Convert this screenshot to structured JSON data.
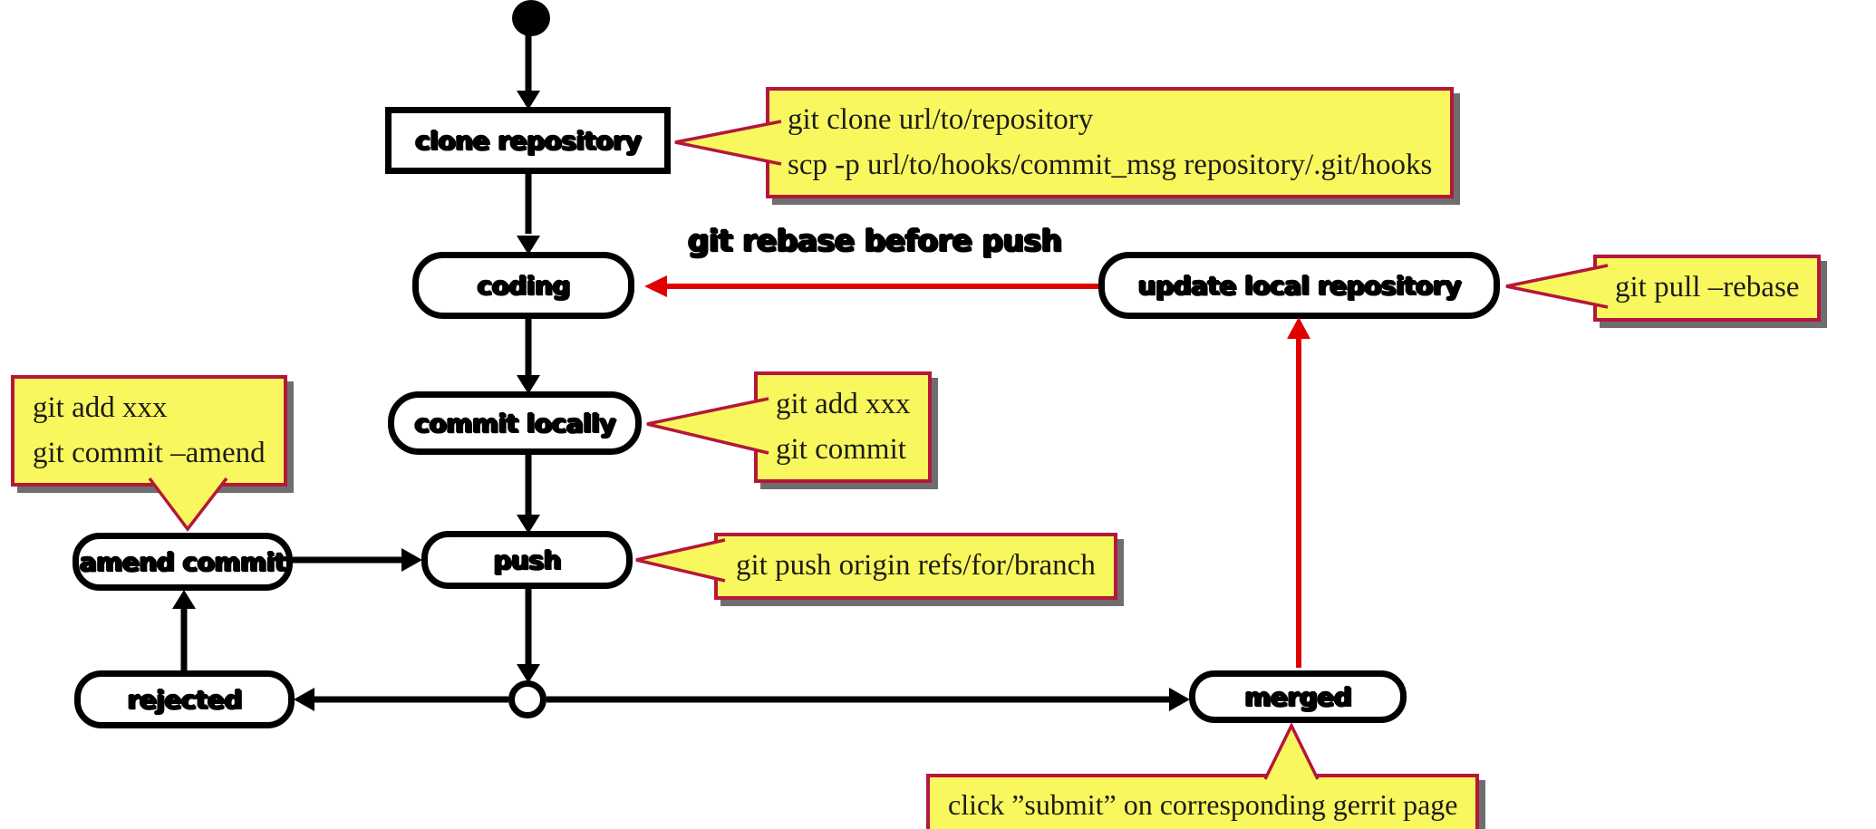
{
  "nodes": {
    "clone_repository": {
      "label": "clone repository"
    },
    "coding": {
      "label": "coding"
    },
    "update_local_repository": {
      "label": "update local repository"
    },
    "commit_locally": {
      "label": "commit locally"
    },
    "amend_commit": {
      "label": "amend commit"
    },
    "push": {
      "label": "push"
    },
    "rejected": {
      "label": "rejected"
    },
    "merged": {
      "label": "merged"
    }
  },
  "edges": {
    "rebase_label": "git rebase before push"
  },
  "callouts": {
    "clone_note": {
      "lines": [
        "git clone url/to/repository",
        "scp -p url/to/hooks/commit_msg repository/.git/hooks"
      ]
    },
    "pull_note": {
      "lines": [
        "git pull –rebase"
      ]
    },
    "commit_note": {
      "lines": [
        "git add xxx",
        "git commit"
      ]
    },
    "amend_note": {
      "lines": [
        "git add xxx",
        "git commit –amend"
      ]
    },
    "push_note": {
      "lines": [
        "git push origin refs/for/branch"
      ]
    },
    "submit_note": {
      "lines": [
        "click ”submit” on corresponding gerrit page"
      ]
    }
  },
  "colors": {
    "canvas_bg": "#ffffff",
    "node_border": "#000000",
    "node_fill": "#ffffff",
    "node_text": "#000000",
    "callout_bg": "#f8f85e",
    "callout_border": "#b5173a",
    "callout_text": "#1c1c1c",
    "callout_shadow": "#6e6e6e",
    "arrow_black": "#000000",
    "arrow_red": "#e10000"
  }
}
